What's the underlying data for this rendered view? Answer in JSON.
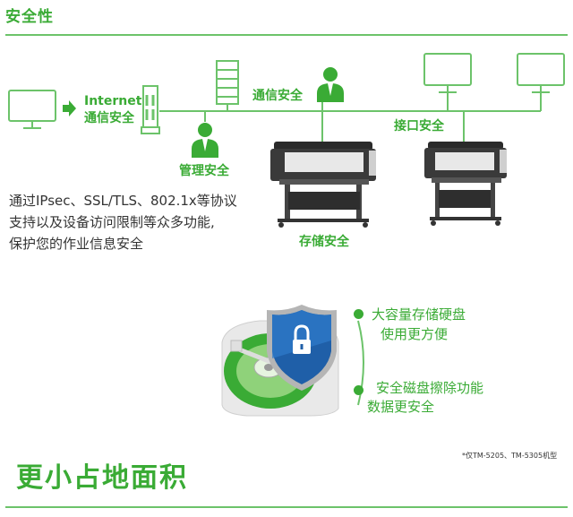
{
  "header": {
    "title": "安全性"
  },
  "diagram": {
    "internet_label": "Internet",
    "internet_security": "通信安全",
    "communication_security": "通信安全",
    "interface_security": "接口安全",
    "management_security": "管理安全",
    "storage_security": "存储安全"
  },
  "description": {
    "lines": [
      "通过IPsec、SSL/TLS、802.1x等协议",
      "支持以及设备访问限制等众多功能,",
      "保护您的作业信息安全"
    ]
  },
  "features": {
    "item1": {
      "line1": "大容量存储硬盘",
      "line2": "使用更方便"
    },
    "item2": {
      "line1": "安全磁盘擦除功能",
      "line2": "数据更安全"
    }
  },
  "footnote": "*仅TM-5205、TM-5305机型",
  "next_section": {
    "title": "更小占地面积"
  },
  "colors": {
    "accent": "#3aab35",
    "line": "#6cc36a",
    "shield": "#1f5fa8"
  }
}
